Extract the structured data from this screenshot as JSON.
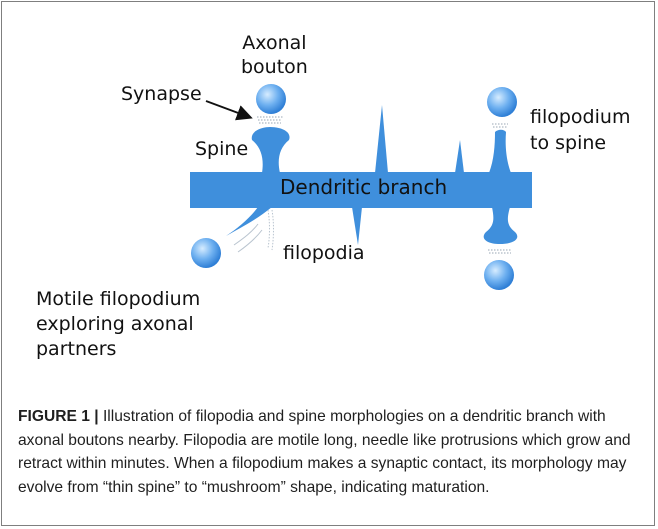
{
  "labels": {
    "axonal_bouton": "Axonal\nbouton",
    "synapse": "Synapse",
    "spine": "Spine",
    "filopodium_to_spine": "filopodium\nto spine",
    "dendritic_branch": "Dendritic branch",
    "filopodia": "filopodia",
    "motile_filopodium": "Motile filopodium\nexploring axonal\npartners"
  },
  "caption": {
    "figure_label": "FIGURE 1 |",
    "text": " Illustration of filopodia and spine morphologies on a dendritic branch with axonal boutons nearby. Filopodia are motile long, needle like protrusions which grow and retract within minutes. When a filopodium makes a synaptic contact, its morphology may evolve from “thin spine” to “mushroom” shape, indicating maturation."
  },
  "colors": {
    "dendrite_blue": "#3f8fdc",
    "bouton_light": "#b7dcff",
    "bouton_dark": "#2f7fd6",
    "frame_border": "#7f7f7f"
  }
}
